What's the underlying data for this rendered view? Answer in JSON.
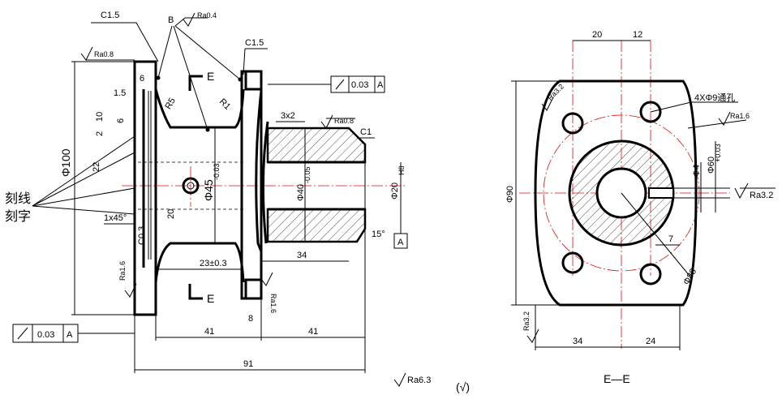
{
  "left_view": {
    "callouts": {
      "chamfer_top": "C1.5",
      "chamfer_flange": "C1.5",
      "chamfer_right": "C1",
      "chamfer_1x45": "1x45°",
      "label_b": "B",
      "section_e_top": "E",
      "section_e_bottom": "E",
      "radius_r5": "R5",
      "radius_r1": "R1",
      "thread_3x2": "3x2",
      "angle_15": "15°",
      "mark_003": "C0.3"
    },
    "roughness": {
      "ra04": "Ra0.4",
      "ra08_left": "Ra0.8",
      "ra08_right": "Ra0.8",
      "ra16_left": "Ra1.6",
      "ra16_right": "Ra1.6"
    },
    "dimensions": {
      "d6_top": "6",
      "d15": "1.5",
      "d10": "10",
      "d2": "2",
      "d6_side": "6",
      "d22": "22",
      "d20": "20",
      "phi100": "Φ100",
      "phi45": "Φ45",
      "phi45_tol": "-0.03",
      "phi40": "Φ40",
      "phi40_tol": "-0.05",
      "phi20": "Φ20",
      "phi20_tol": "H8",
      "d23": "23±0.3",
      "d34": "34",
      "d8": "8",
      "d41_left": "41",
      "d41_right": "41",
      "d91": "91"
    },
    "tolerance_frames": {
      "top": {
        "value": "0.03",
        "datum": "A"
      },
      "bottom": {
        "value": "0.03",
        "datum": "A"
      },
      "datum_a": "A"
    },
    "engraving_lines": "刻线",
    "engraving_chars": "刻字"
  },
  "right_view": {
    "holes_note": "4XΦ9通孔",
    "phi90": "Φ90",
    "phi88": "Φ88",
    "phi4": "Φ4",
    "phi60": "Φ60",
    "phi60_tol": "+0.03",
    "d20": "20",
    "d12": "12",
    "d7": "7",
    "d34": "34",
    "d24": "24",
    "ra32_right": "Ra3.2",
    "ra32_left": "Ra3.2",
    "ra_small_top": "Ra3.2",
    "ra_small_right": "Ra1.6",
    "section_label": "E—E"
  },
  "footer": {
    "general_roughness": "Ra6.3",
    "general_symbol": "(√)"
  }
}
